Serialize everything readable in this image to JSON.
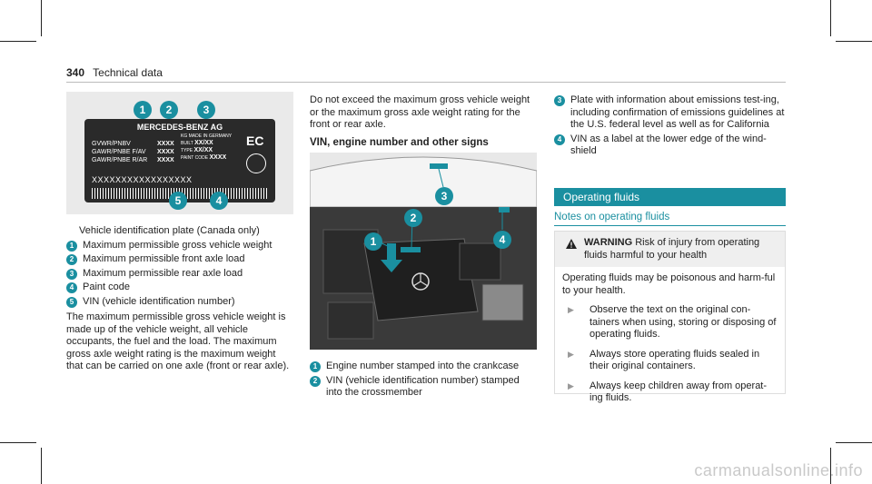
{
  "header": {
    "page_number": "340",
    "section": "Technical data"
  },
  "plate_figure": {
    "brand": "MERCEDES-BENZ AG",
    "made_in": "MADE IN GERMANY",
    "rows": [
      "GVWR/PNBV",
      "GAWR/PNBE F/AV",
      "GAWR/PNBE R/AR"
    ],
    "values": [
      "XXXX",
      "XXXX",
      "XXXX"
    ],
    "kg": "KG",
    "built_label": "BUILT",
    "built_value": "XX/XX",
    "type_label": "TYPE",
    "type_value": "XX/XX",
    "paint_label": "PAINT CODE",
    "paint_value": "XXXX",
    "vin": "XXXXXXXXXXXXXXXXX",
    "ec": "EC",
    "callouts": [
      "1",
      "2",
      "3",
      "5",
      "4"
    ]
  },
  "left_col": {
    "caption": "Vehicle identification plate (Canada only)",
    "items": [
      {
        "n": "1",
        "text": "Maximum permissible gross vehicle weight"
      },
      {
        "n": "2",
        "text": "Maximum permissible front axle load"
      },
      {
        "n": "3",
        "text": "Maximum permissible rear axle load"
      },
      {
        "n": "4",
        "text": "Paint code"
      },
      {
        "n": "5",
        "text": "VIN (vehicle identification number)"
      }
    ],
    "paragraph": "The maximum permissible gross vehicle weight is made up of the vehicle weight, all vehicle occupants, the fuel and the load. The maximum gross axle weight rating is the maximum weight that can be carried on one axle (front or rear axle)."
  },
  "mid_col": {
    "paragraph": "Do not exceed the maximum gross vehicle weight or the maximum gross axle weight rating for the front or rear axle.",
    "heading": "VIN, engine number and other signs",
    "callouts": [
      "3",
      "2",
      "1",
      "4"
    ],
    "items": [
      {
        "n": "1",
        "text": "Engine number stamped into the crankcase"
      },
      {
        "n": "2",
        "text": "VIN (vehicle identification number) stamped into the crossmember"
      }
    ]
  },
  "right_col": {
    "items": [
      {
        "n": "3",
        "text": "Plate with information about emissions test-ing, including confirmation of emissions guidelines at the U.S. federal level as well as for California"
      },
      {
        "n": "4",
        "text": "VIN as a label at the lower edge of the wind-shield"
      }
    ],
    "section_heading": "Operating fluids",
    "sub_heading": "Notes on operating fluids",
    "warning_label": "WARNING",
    "warning_text": "Risk of injury from operating fluids harmful to your health",
    "warning_body": "Operating fluids may be poisonous and harm-ful to your health.",
    "bullets": [
      "Observe the text on the original con-tainers when using, storing or disposing of operating fluids.",
      "Always store operating fluids sealed in their original containers.",
      "Always keep children away from operat-ing fluids."
    ]
  },
  "watermark": "carmanualsonline.info",
  "colors": {
    "accent": "#1a8fa0"
  }
}
